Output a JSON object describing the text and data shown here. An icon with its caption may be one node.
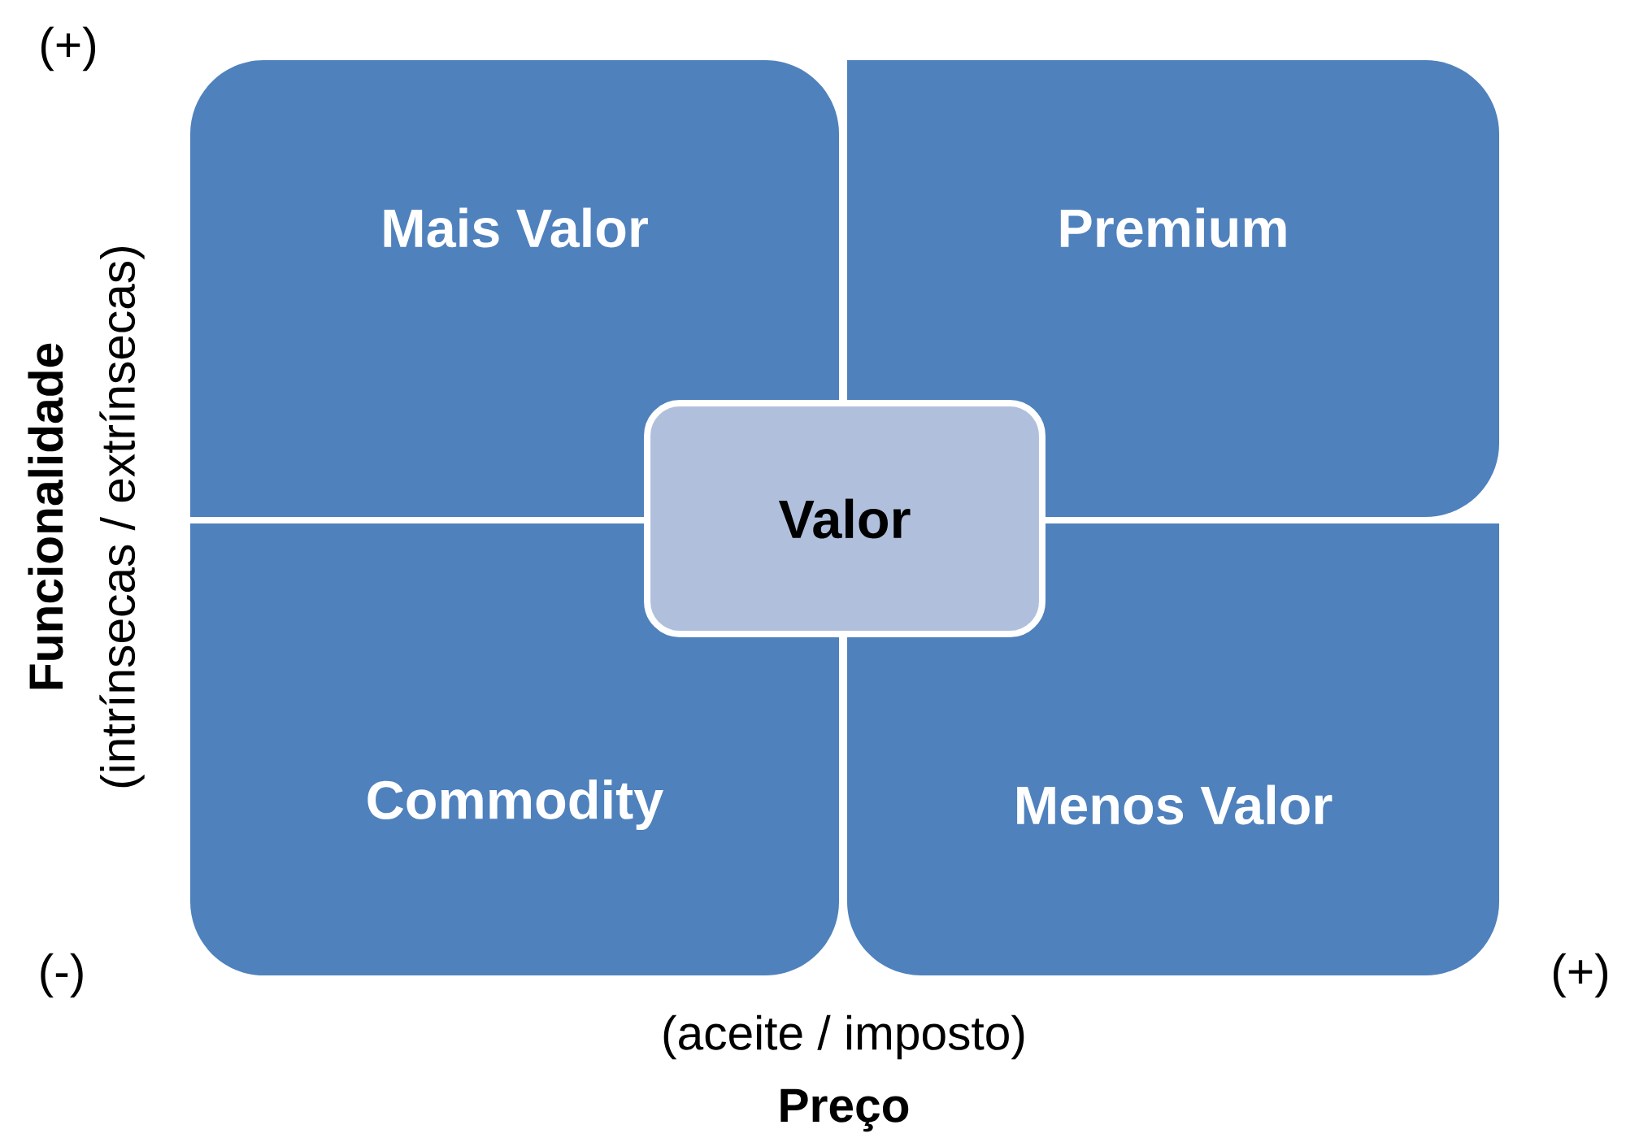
{
  "diagram": {
    "nodes": [
      {
        "text": [
          "Mais Valor"
        ]
      },
      {
        "text": [
          "Premium"
        ]
      },
      {
        "text": [
          "Commodity"
        ]
      },
      {
        "text": [
          "Menos Valor"
        ]
      },
      {
        "text": [
          "Valor"
        ]
      }
    ],
    "labels": [
      "(+)",
      "Funcionalidade",
      "(intrínsecas / extrínsecas)",
      "(-)",
      "(+)",
      "(aceite / imposto)",
      "Preço"
    ]
  }
}
